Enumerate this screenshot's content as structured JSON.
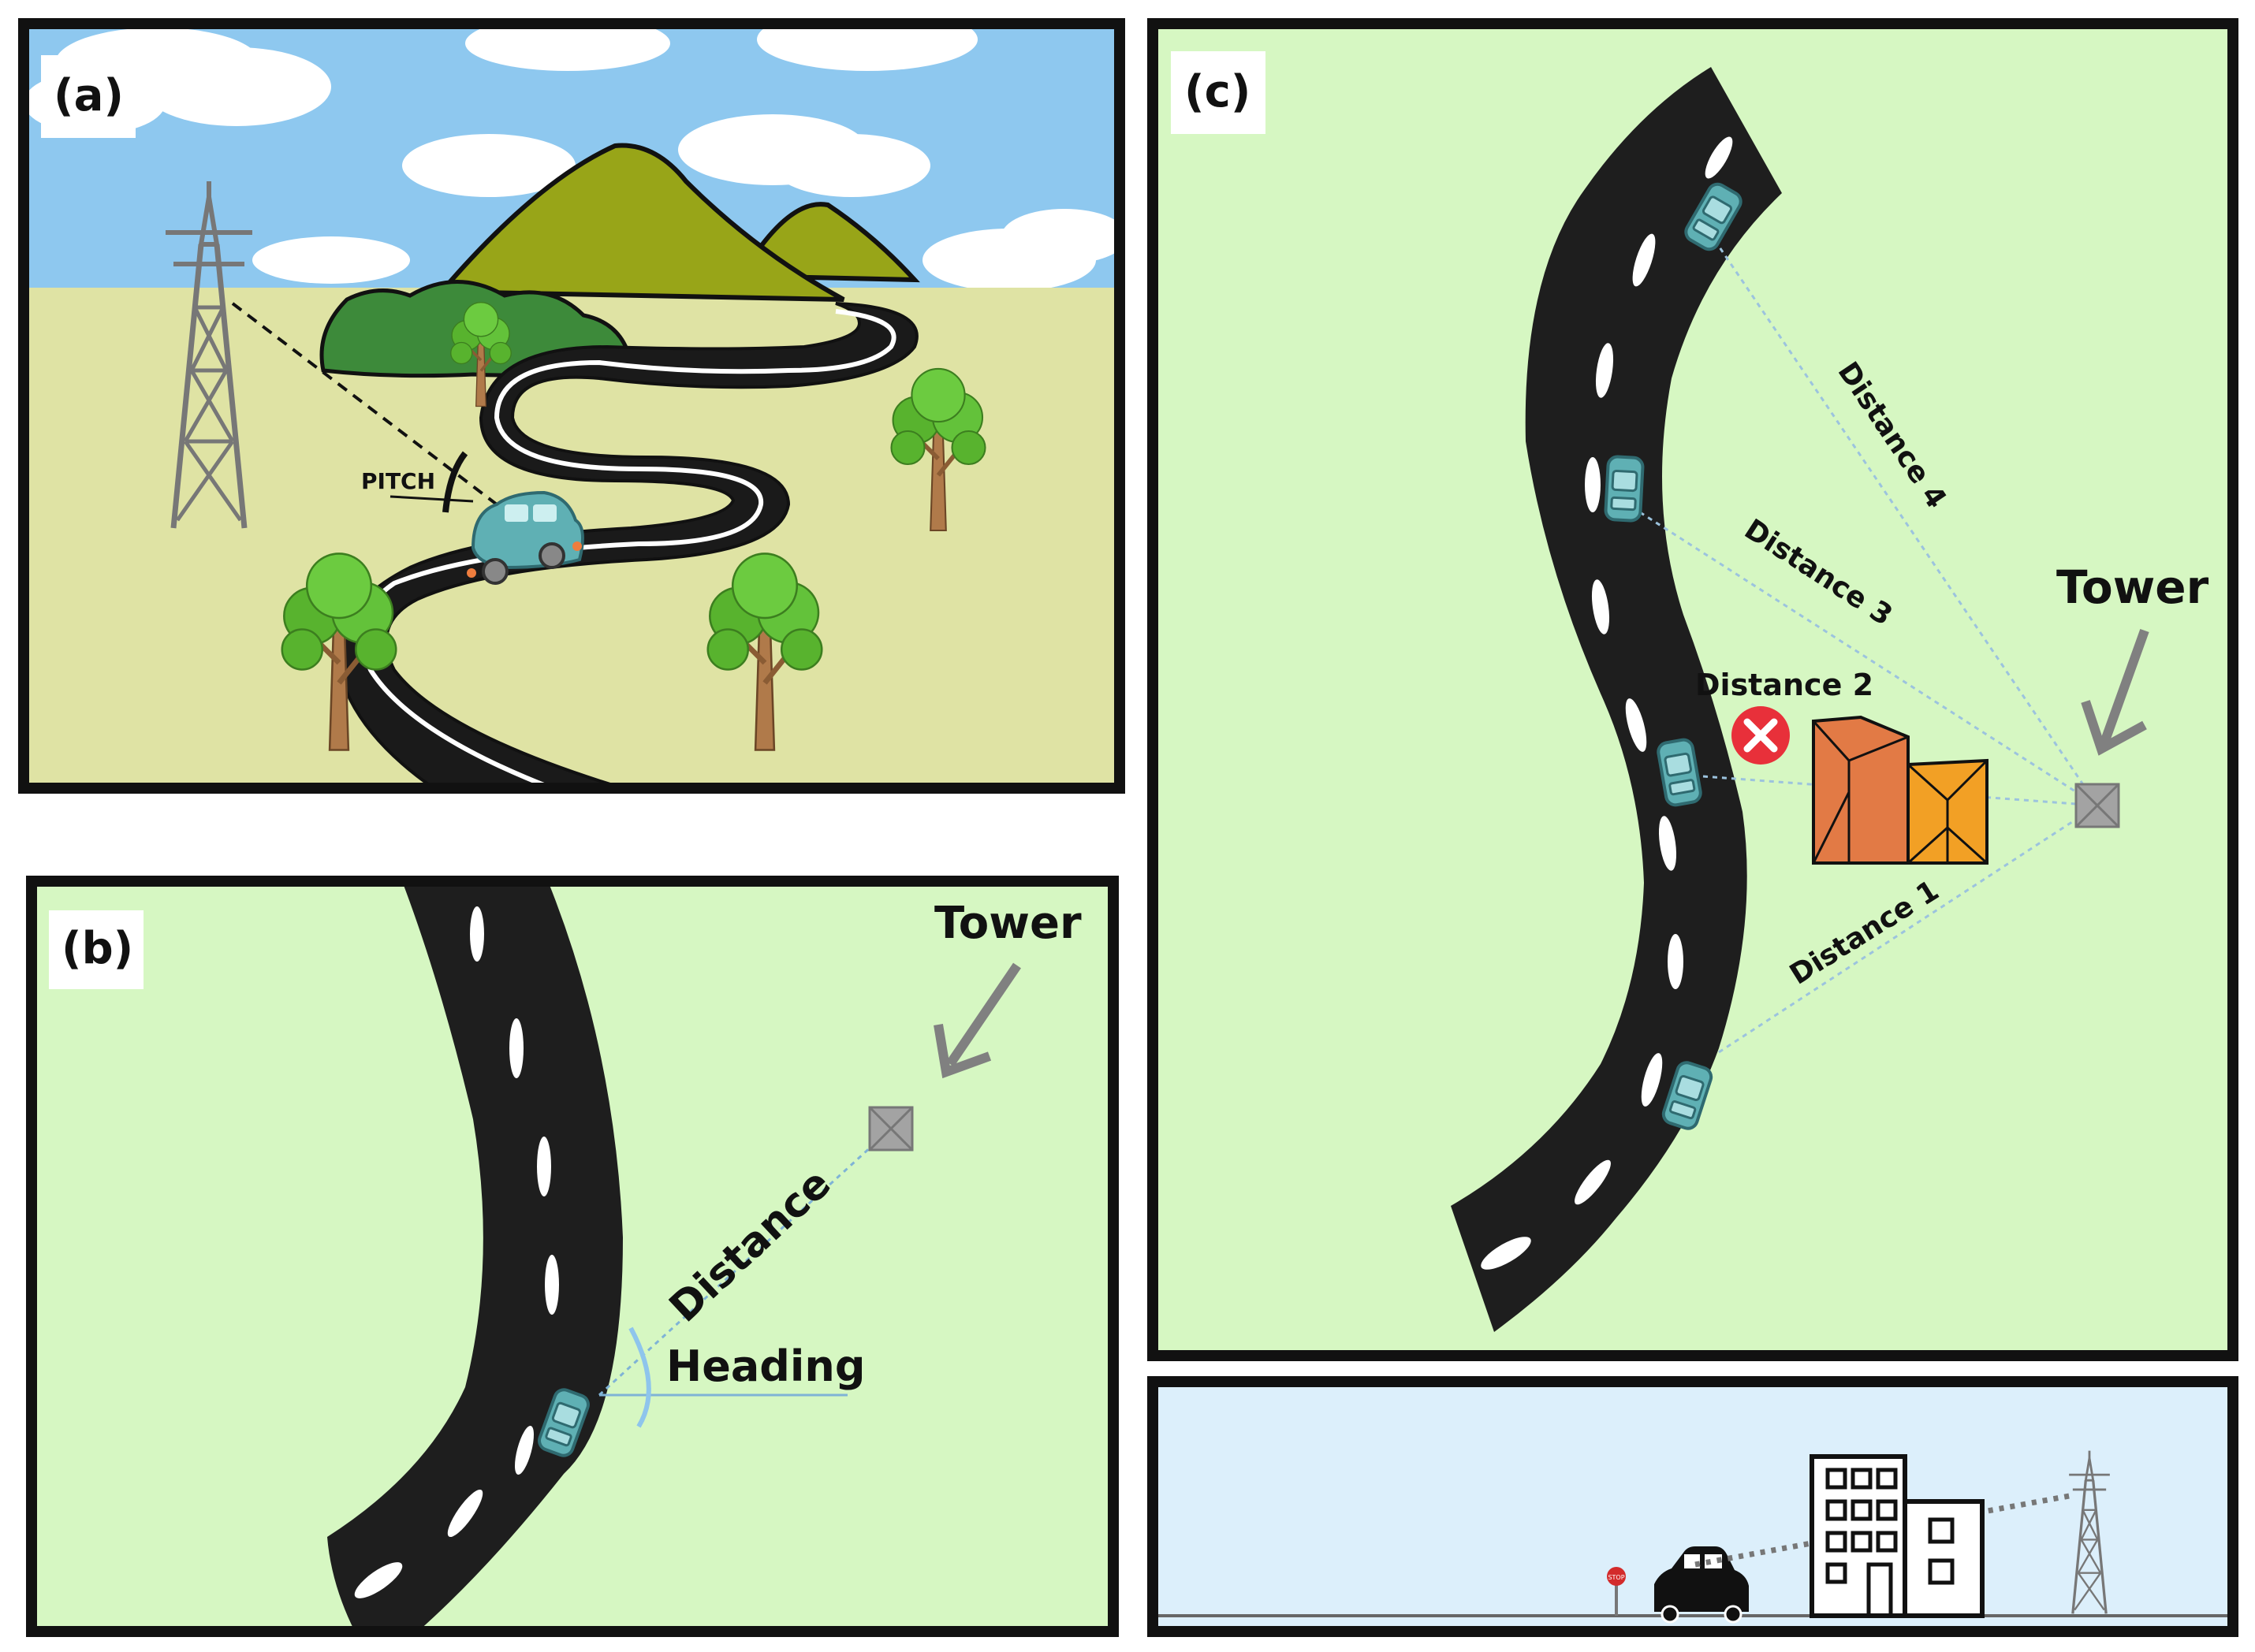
{
  "panels": {
    "a": {
      "label": "(a)",
      "pitch_label": "PITCH"
    },
    "b": {
      "label": "(b)",
      "tower_label": "Tower",
      "distance_label": "Distance",
      "heading_label": "Heading"
    },
    "c": {
      "label": "(c)",
      "tower_label": "Tower",
      "distance_labels": [
        "Distance 1",
        "Distance 2",
        "Distance 3",
        "Distance 4"
      ]
    },
    "d": {
      "stop_sign_text": "STOP"
    }
  },
  "colors": {
    "sky": "#8ec8ef",
    "field": "#dfe3a4",
    "grass": "#d6f7c2",
    "road": "#1e1e1e",
    "car": "#5fb0b4",
    "building_dark": "#e27a45",
    "building_light": "#f2a025",
    "blocked": "#e8303a",
    "tower_marker": "#9a9a9a",
    "ground_sky": "#dceffb"
  },
  "icons": [
    "lattice-tower-icon",
    "car-icon",
    "tree-icon",
    "mountain-icon",
    "building-icon",
    "blocked-x-icon",
    "stop-sign-icon",
    "arrow-icon"
  ]
}
